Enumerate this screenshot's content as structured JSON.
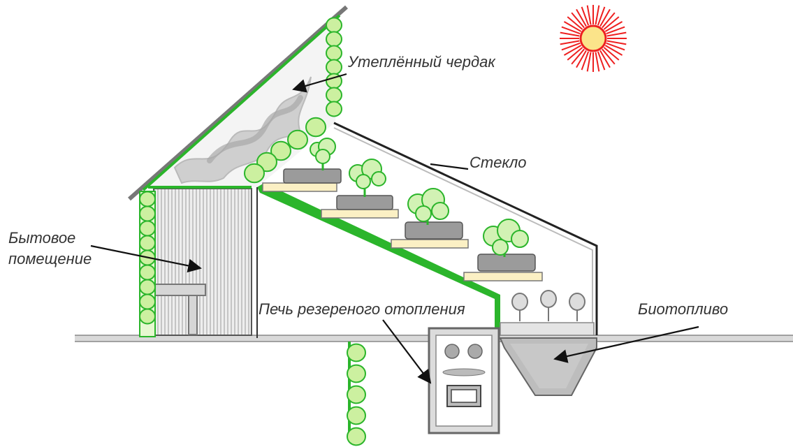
{
  "labels": {
    "attic": "Утеплённый чердак",
    "glass": "Стекло",
    "living_line1": "Бытовое",
    "living_line2": "помещение",
    "stove": "Печь резереного отопления",
    "biofuel": "Биотопливо"
  },
  "colors": {
    "accent_green": "#2bb52b",
    "log_green": "#ccf0a0",
    "plant_green": "#d2f2b4",
    "shelf_beige": "#fbf0c4",
    "pot_gray": "#9b9b9b",
    "sun_red": "#ee2020",
    "sun_center": "#fbe48a",
    "ground_gray": "#aaaaaa"
  },
  "icons": [
    "sun-icon",
    "plant-icon",
    "log-icon",
    "stove-icon",
    "arrow-icon"
  ]
}
